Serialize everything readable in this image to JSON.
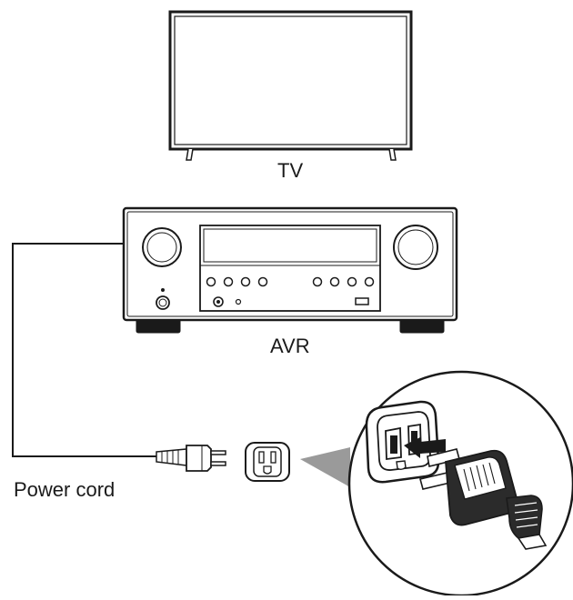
{
  "labels": {
    "tv": "TV",
    "avr": "AVR",
    "power_cord": "Power cord"
  },
  "colors": {
    "line": "#1a1a1a",
    "screen_fill": "#ffffff",
    "device_fill": "#ffffff",
    "feet_fill": "#1a1a1a",
    "highlight_cone": "#9a9a9a",
    "plug_body": "#2b2b2b"
  },
  "icons": [
    "tv-icon",
    "av-receiver-icon",
    "power-plug-icon",
    "wall-outlet-icon",
    "magnified-outlet-icon"
  ]
}
